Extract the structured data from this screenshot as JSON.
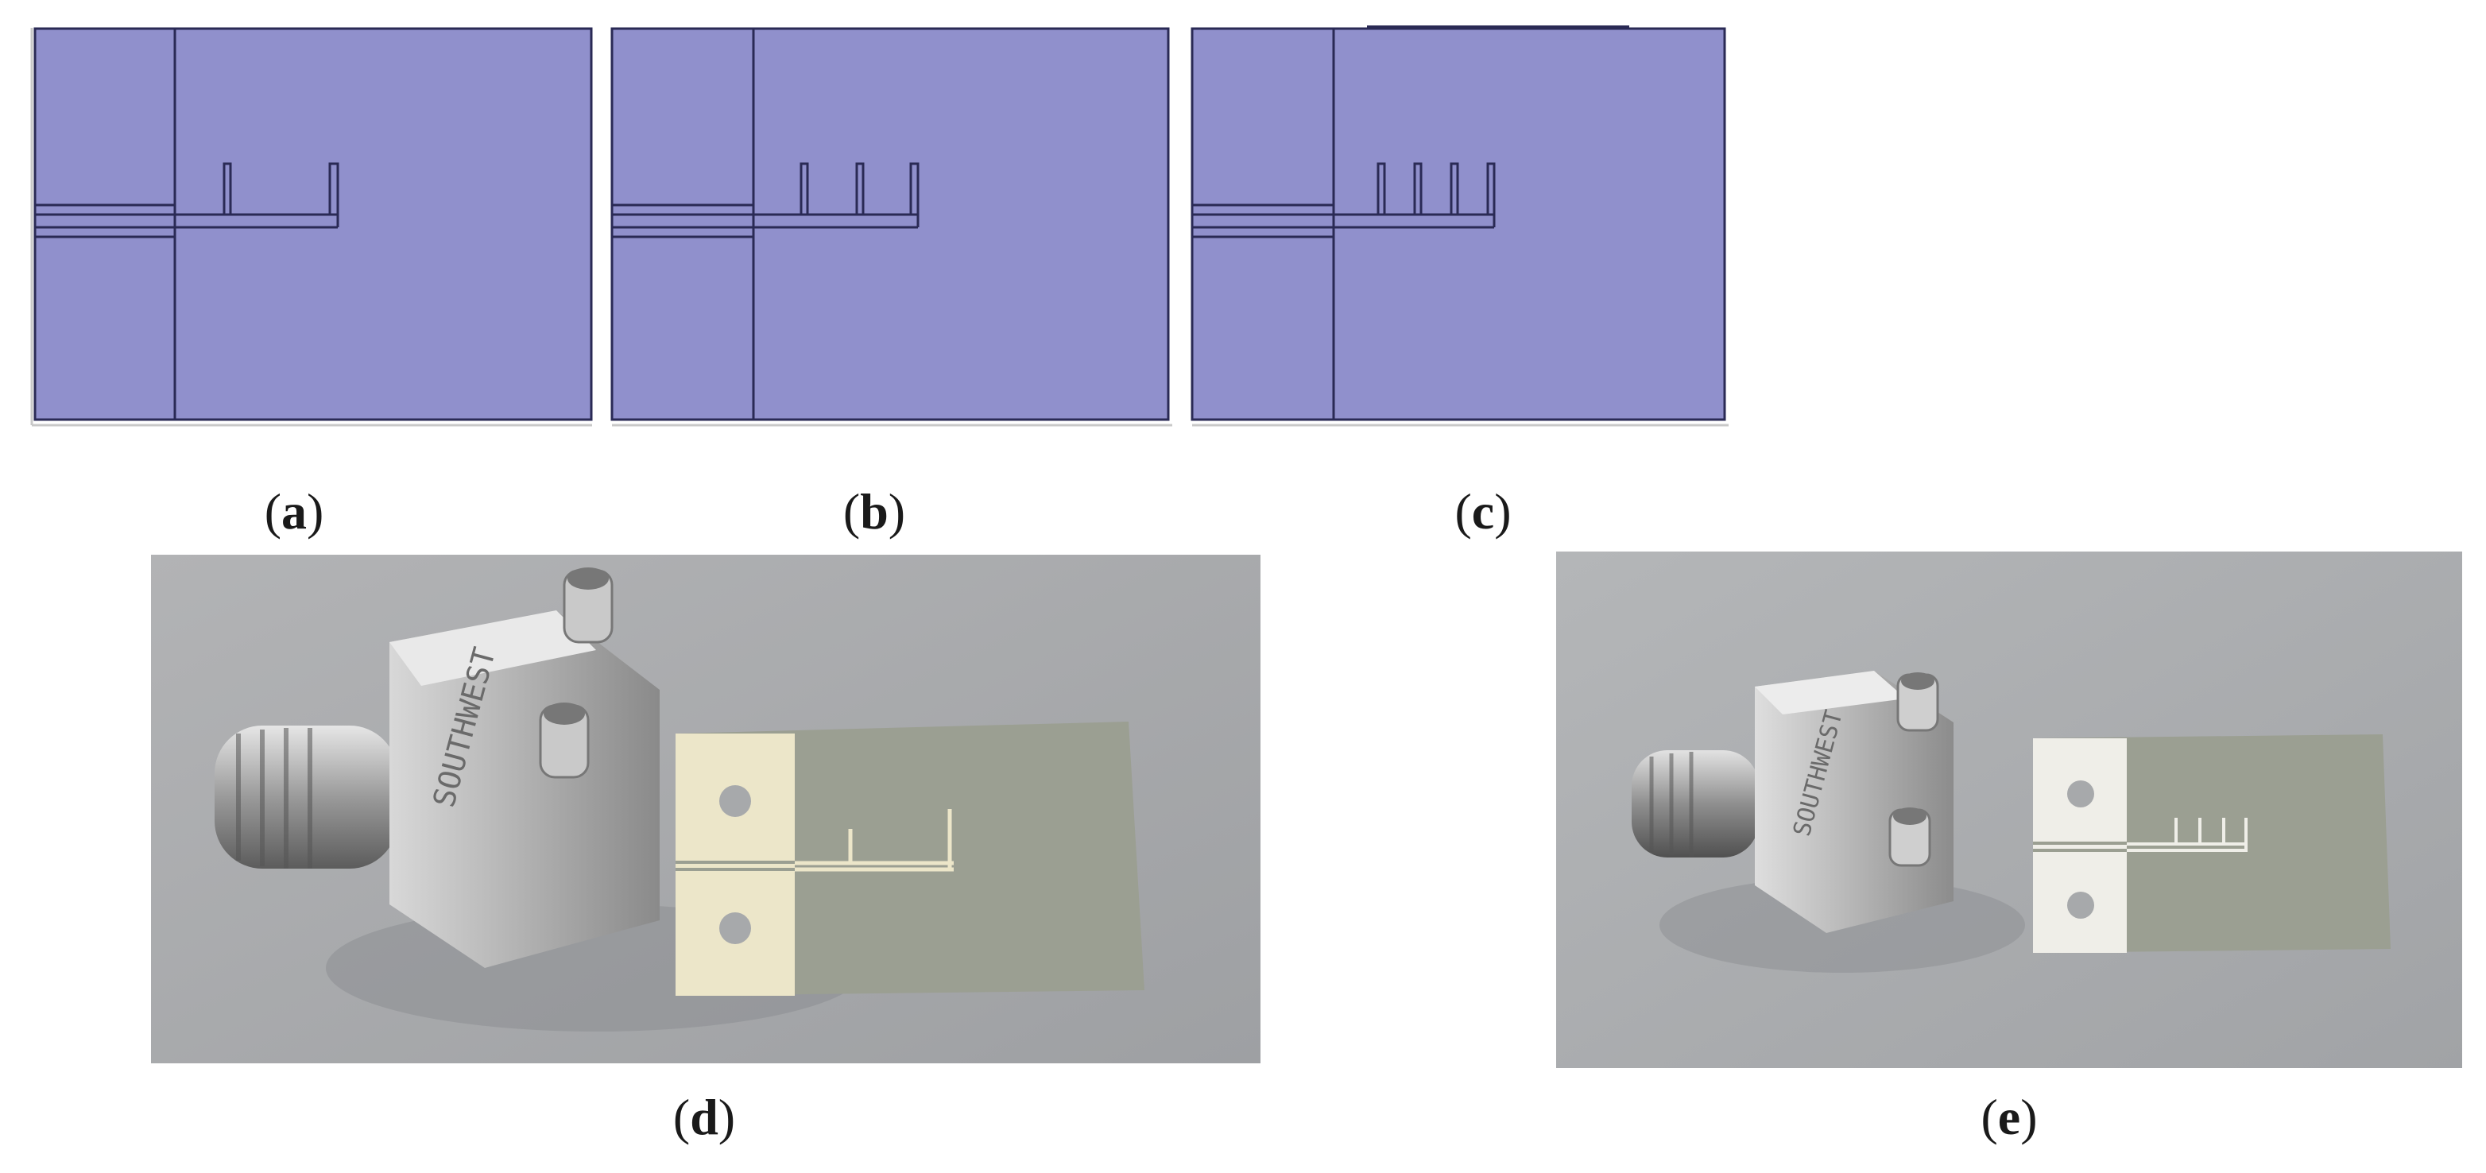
{
  "captions": {
    "a": "a",
    "b": "b",
    "c": "c",
    "d": "d",
    "e": "e"
  },
  "colors": {
    "substrate": "#9090cc",
    "outline": "#2a2a55",
    "ruler": "#c8c8c8",
    "photo_bg": "#a7a9ab",
    "photo_board": "#9b9f92",
    "photo_metal": "#ece6c9",
    "connector": "#b8b8b8"
  },
  "layouts": [
    {
      "id": "a",
      "stubs": 2
    },
    {
      "id": "b",
      "stubs": 3
    },
    {
      "id": "c",
      "stubs": 4
    }
  ],
  "photos": [
    {
      "id": "d",
      "stubs": 2
    },
    {
      "id": "e",
      "stubs": 4
    }
  ],
  "connector_marking": "SOUTHWEST"
}
